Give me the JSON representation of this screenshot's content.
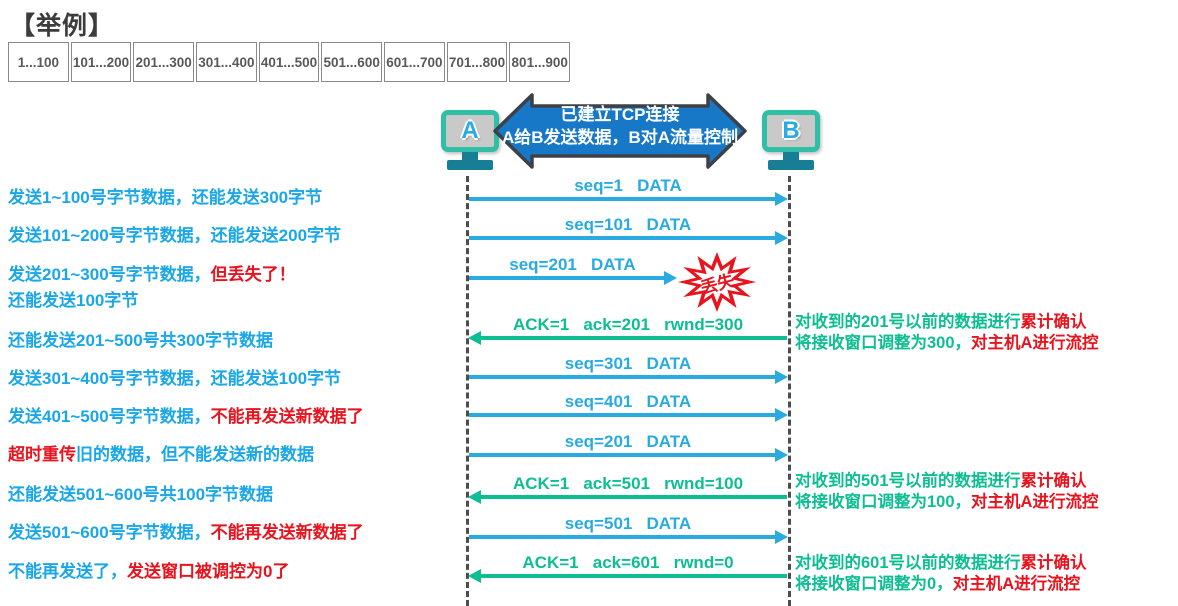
{
  "title": "【举例】",
  "byte_table": [
    "1...100",
    "101...200",
    "201...300",
    "301...400",
    "401...500",
    "501...600",
    "601...700",
    "701...800",
    "801...900"
  ],
  "hosts": {
    "a_label": "A",
    "b_label": "B"
  },
  "banner": {
    "line1": "已建立TCP连接",
    "line2": "A给B发送数据，B对A流量控制"
  },
  "lost_badge": "丢失",
  "messages": [
    {
      "label": "seq=1   DATA",
      "direction": "right",
      "type": "data"
    },
    {
      "label": "seq=101   DATA",
      "direction": "right",
      "type": "data"
    },
    {
      "label": "seq=201   DATA",
      "direction": "right",
      "type": "data",
      "lost": true
    },
    {
      "label": "ACK=1   ack=201   rwnd=300",
      "direction": "left",
      "type": "ack"
    },
    {
      "label": "seq=301   DATA",
      "direction": "right",
      "type": "data"
    },
    {
      "label": "seq=401   DATA",
      "direction": "right",
      "type": "data"
    },
    {
      "label": "seq=201   DATA",
      "direction": "right",
      "type": "data"
    },
    {
      "label": "ACK=1   ack=501   rwnd=100",
      "direction": "left",
      "type": "ack"
    },
    {
      "label": "seq=501   DATA",
      "direction": "right",
      "type": "data"
    },
    {
      "label": "ACK=1   ack=601   rwnd=0",
      "direction": "left",
      "type": "ack"
    }
  ],
  "left_notes": [
    {
      "segments": [
        {
          "text": "发送1~100号字节数据，还能发送300字节",
          "color": "blue"
        }
      ]
    },
    {
      "segments": [
        {
          "text": "发送101~200号字节数据，还能发送200字节",
          "color": "blue"
        }
      ]
    },
    {
      "segments": [
        {
          "text": "发送201~300号字节数据，",
          "color": "blue"
        },
        {
          "text": "但丢失了！",
          "color": "red"
        }
      ]
    },
    {
      "segments": [
        {
          "text": "还能发送100字节",
          "color": "blue"
        }
      ]
    },
    {
      "segments": [
        {
          "text": "还能发送201~500号共300字节数据",
          "color": "blue"
        }
      ]
    },
    {
      "segments": [
        {
          "text": "发送301~400号字节数据，还能发送100字节",
          "color": "blue"
        }
      ]
    },
    {
      "segments": [
        {
          "text": "发送401~500号字节数据，",
          "color": "blue"
        },
        {
          "text": "不能再发送新数据了",
          "color": "red"
        }
      ]
    },
    {
      "segments": [
        {
          "text": "超时重传",
          "color": "red"
        },
        {
          "text": "旧的数据，但不能发送新的数据",
          "color": "blue"
        }
      ]
    },
    {
      "segments": [
        {
          "text": "还能发送501~600号共100字节数据",
          "color": "blue"
        }
      ]
    },
    {
      "segments": [
        {
          "text": "发送501~600号字节数据，",
          "color": "blue"
        },
        {
          "text": "不能再发送新数据了",
          "color": "red"
        }
      ]
    },
    {
      "segments": [
        {
          "text": "不能再发送了，",
          "color": "blue"
        },
        {
          "text": "发送窗口被调控为0了",
          "color": "red"
        }
      ]
    }
  ],
  "right_notes": [
    {
      "lines": [
        [
          {
            "text": "对收到的201号以前的数据进行",
            "color": "green"
          },
          {
            "text": "累计确认",
            "color": "red"
          }
        ],
        [
          {
            "text": "将接收窗口调整为300，",
            "color": "green"
          },
          {
            "text": "对主机A进行流控",
            "color": "red"
          }
        ]
      ]
    },
    {
      "lines": [
        [
          {
            "text": "对收到的501号以前的数据进行",
            "color": "green"
          },
          {
            "text": "累计确认",
            "color": "red"
          }
        ],
        [
          {
            "text": "将接收窗口调整为100，",
            "color": "green"
          },
          {
            "text": "对主机A进行流控",
            "color": "red"
          }
        ]
      ]
    },
    {
      "lines": [
        [
          {
            "text": "对收到的601号以前的数据进行",
            "color": "green"
          },
          {
            "text": "累计确认",
            "color": "red"
          }
        ],
        [
          {
            "text": "将接收窗口调整为0，",
            "color": "green"
          },
          {
            "text": "对主机A进行流控",
            "color": "red"
          }
        ]
      ]
    }
  ],
  "colors": {
    "blue": "#19a7e8",
    "red": "#e8131d",
    "green": "#0dbe92",
    "cyan": "#29abe2",
    "bannerFill": "#1878c8",
    "bannerStroke": "#3d4147",
    "monitorBorder": "#2ebfa5",
    "standTeal": "#177e95",
    "lifeline": "#4d4d4d",
    "tableText": "#595959",
    "tableBorder": "#8a8a8a",
    "titleColor": "#3c3c3c"
  }
}
